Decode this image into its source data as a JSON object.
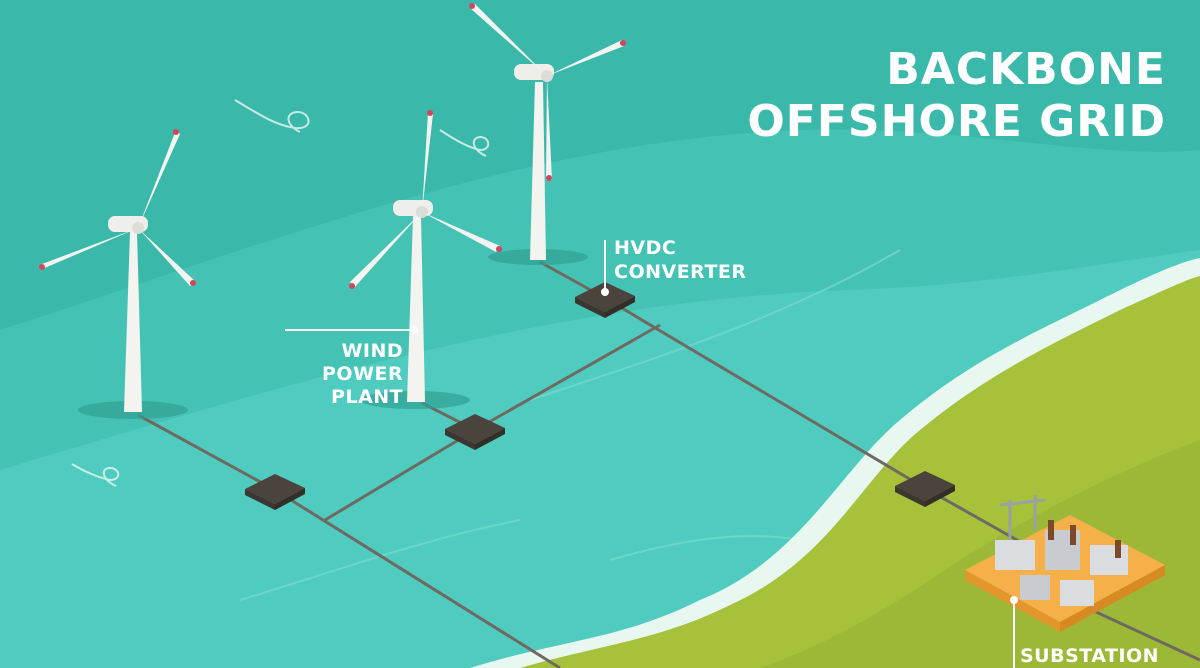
{
  "title": {
    "line1": "BACKBONE",
    "line2": "OFFSHORE GRID"
  },
  "labels": {
    "hvdc_line1": "HVDC",
    "hvdc_line2": "CONVERTER",
    "wind_line1": "WIND",
    "wind_line2": "POWER",
    "wind_line3": "PLANT",
    "substation": "SUBSTATION"
  },
  "colors": {
    "sea_deep": "#3ab8aa",
    "sea_light": "#4fccbf",
    "foam": "#e9f7f1",
    "land": "#a7c13a",
    "land_dark": "#94b234",
    "cable": "#6e6a62",
    "converter": "#5d574e",
    "turbine": "#f3f3f0",
    "blade_tip": "#d2455a",
    "substation_base": "#f6b04a"
  },
  "turbine_count": 3,
  "converter_count": 4
}
